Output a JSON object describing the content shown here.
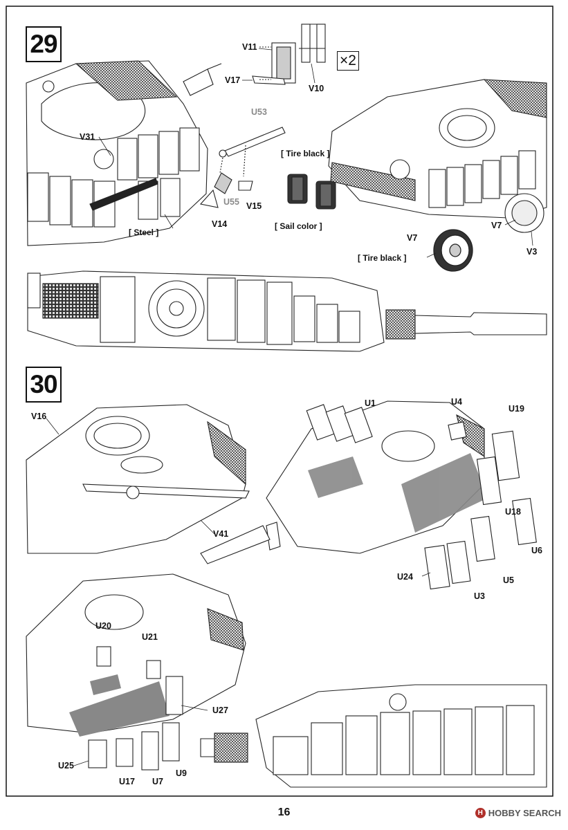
{
  "steps": {
    "step29": {
      "number": "29"
    },
    "step30": {
      "number": "30"
    }
  },
  "step29_labels": {
    "v11": "V11",
    "v17": "V17",
    "v10": "V10",
    "multiplier": "×2",
    "u53": "U53",
    "v31": "V31",
    "tire_black_1": "[ Tire black ]",
    "u55": "U55",
    "v15": "V15",
    "v14": "V14",
    "sail_color": "[ Sail color ]",
    "steel": "[ Steel ]",
    "v7_a": "V7",
    "v7_b": "V7",
    "v3": "V3",
    "tire_black_2": "[ Tire black ]"
  },
  "step30_labels": {
    "v16": "V16",
    "u1": "U1",
    "u4": "U4",
    "u19": "U19",
    "v41": "V41",
    "u18": "U18",
    "u6": "U6",
    "u24": "U24",
    "u5": "U5",
    "u3": "U3",
    "u20": "U20",
    "u21": "U21",
    "u27": "U27",
    "u25": "U25",
    "u17": "U17",
    "u7": "U7",
    "u9": "U9"
  },
  "footer": {
    "page_number": "16",
    "watermark": "HOBBY SEARCH"
  }
}
